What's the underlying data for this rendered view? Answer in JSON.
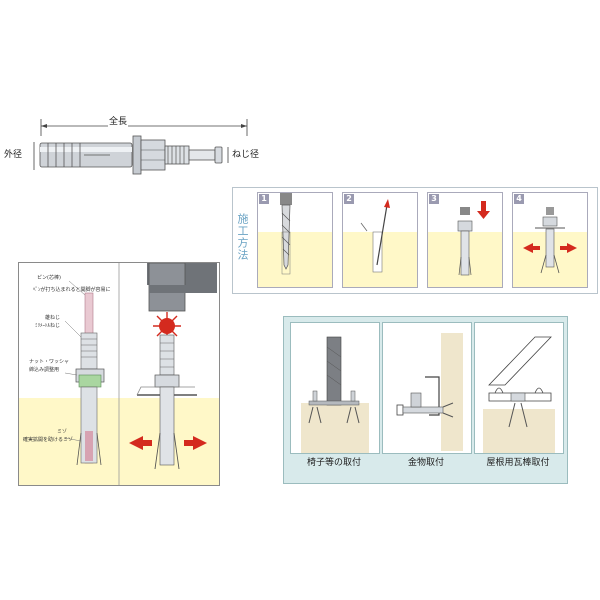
{
  "dimension_labels": {
    "total_length": "全長",
    "outer_diameter": "外径",
    "thread_diameter": "ねじ径"
  },
  "procedure": {
    "title": "施工方法",
    "steps": [
      "1",
      "2",
      "3",
      "4"
    ]
  },
  "cutaway": {
    "annotations": {
      "plug_title": "ピン(芯棒)",
      "plug_desc": "ﾍﾟﾝが打ち込まれると開脚が容易に",
      "male_thread": "雄ねじ",
      "male_thread_desc": "ﾐﾘﾒｰﾄﾙねじ",
      "nut_washer": "ナット・ワッシャ",
      "nut_washer_desc": "締込み調整用",
      "groove": "ミゾ",
      "groove_desc": "確実拡開を助けるミゾ"
    }
  },
  "applications": [
    {
      "label": "椅子等の取付"
    },
    {
      "label": "金物取付"
    },
    {
      "label": "屋根用瓦棒取付"
    }
  ],
  "colors": {
    "concrete": "#fff8c8",
    "wall_beige": "#efe6cc",
    "arrow_red": "#d42a1e",
    "panel_teal": "#d8eaeb",
    "step_badge": "#9a9ab0"
  }
}
